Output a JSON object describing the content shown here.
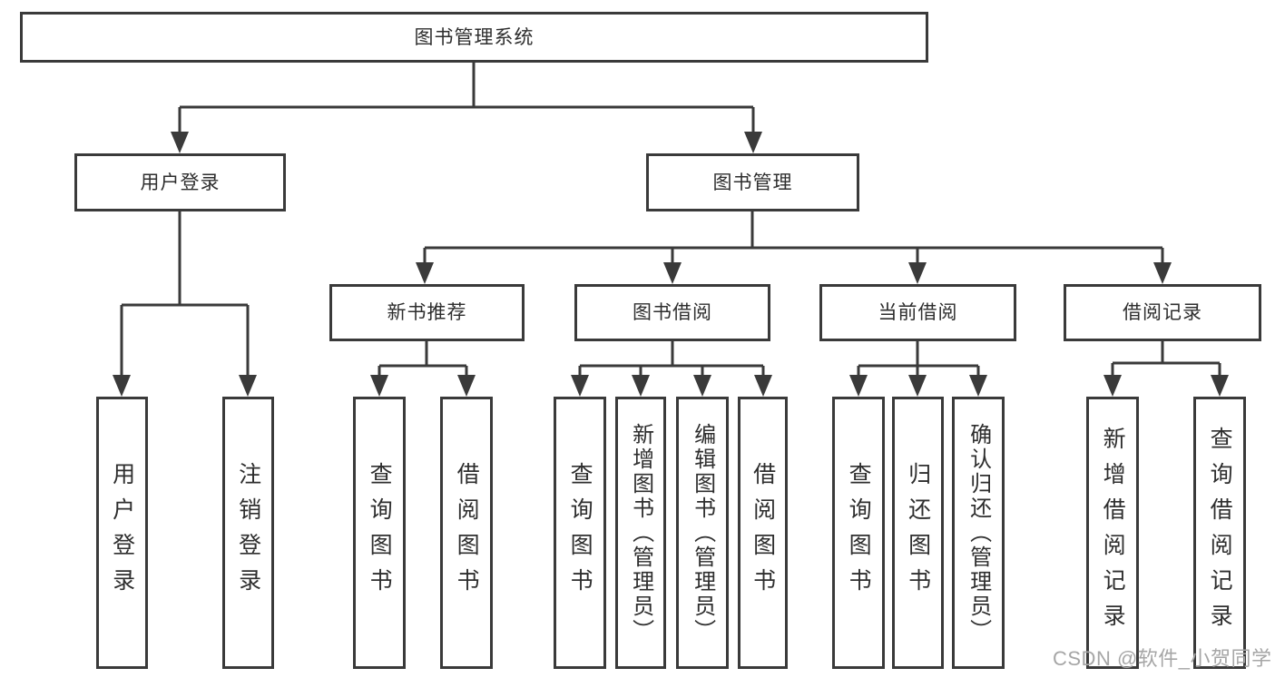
{
  "tree": {
    "root": "图书管理系统",
    "branches": [
      {
        "label": "用户登录",
        "children": [
          "用户登录",
          "注销登录"
        ]
      },
      {
        "label": "图书管理",
        "sections": [
          {
            "label": "新书推荐",
            "children": [
              "查询图书",
              "借阅图书"
            ]
          },
          {
            "label": "图书借阅",
            "children": [
              "查询图书",
              "新增图书（管理员）",
              "编辑图书（管理员）",
              "借阅图书"
            ]
          },
          {
            "label": "当前借阅",
            "children": [
              "查询图书",
              "归还图书",
              "确认归还（管理员）"
            ]
          },
          {
            "label": "借阅记录",
            "children": [
              "新增借阅记录",
              "查询借阅记录"
            ]
          }
        ]
      }
    ]
  },
  "watermark": "CSDN @软件_小贺同学",
  "colors": {
    "line": "#3a3a3a",
    "box_border": "#3a3a3a",
    "text": "#2e2e2e",
    "watermark": "#a6a6a6",
    "background": "#ffffff"
  }
}
